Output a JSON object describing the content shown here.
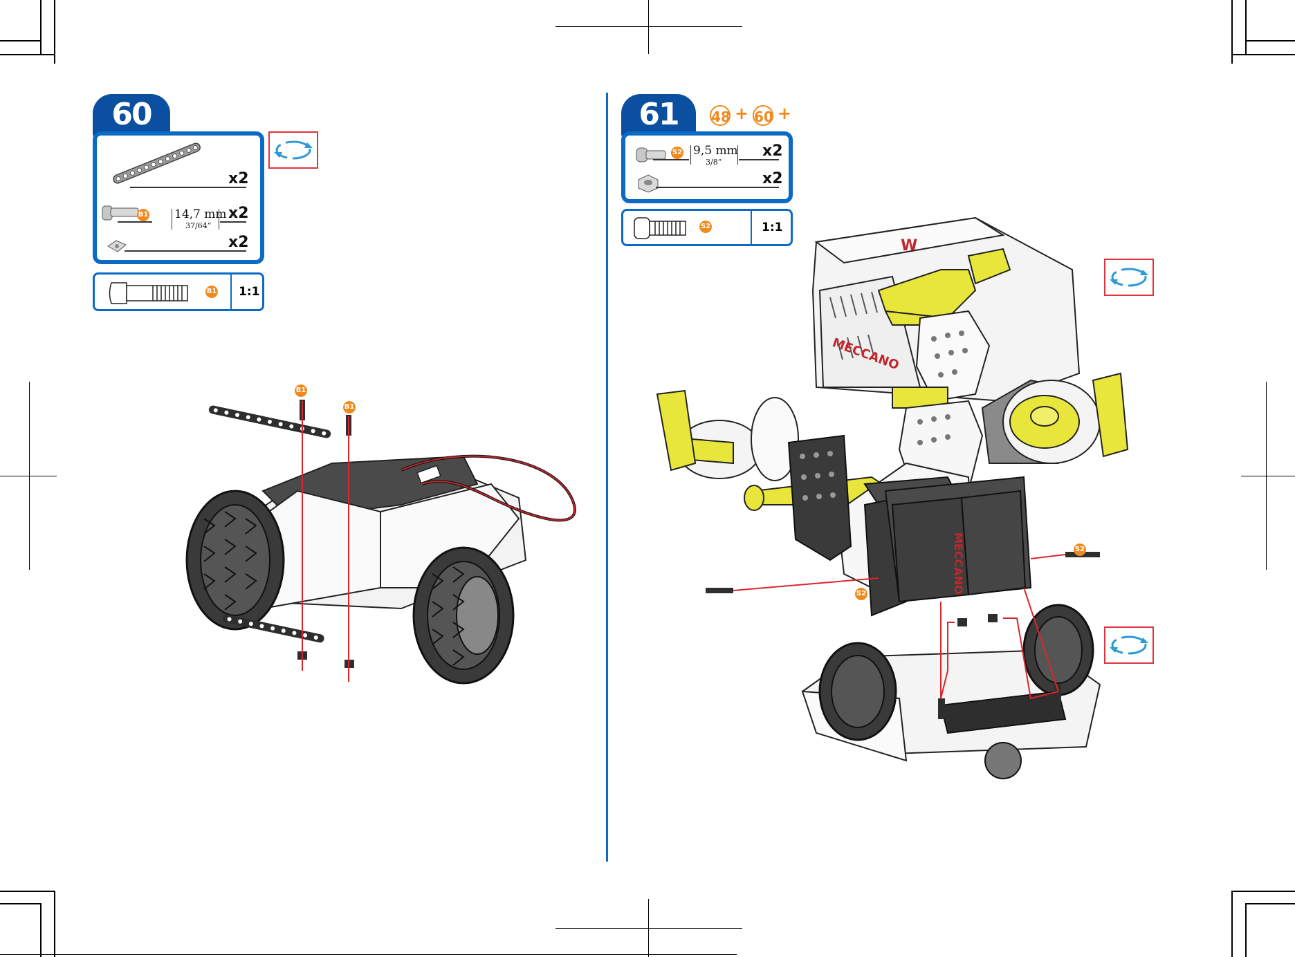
{
  "step60": {
    "number": "60",
    "parts": [
      {
        "icon": "strip-icon",
        "qty": "x2"
      },
      {
        "icon": "bolt-icon",
        "code": "B1",
        "length_mm": "14,7 mm",
        "length_in": "37/64”",
        "qty": "x2"
      },
      {
        "icon": "square-nut-icon",
        "qty": "x2"
      }
    ],
    "scale": {
      "code": "B1",
      "label": "1:1"
    },
    "callouts": [
      "B1",
      "B1"
    ]
  },
  "step61": {
    "number": "61",
    "refs": [
      "48",
      "60"
    ],
    "plus": "+",
    "parts": [
      {
        "icon": "screw-icon",
        "code": "S2",
        "length_mm": "9,5 mm",
        "length_in": "3/8”",
        "qty": "x2"
      },
      {
        "icon": "nut-icon",
        "qty": "x2"
      }
    ],
    "scale": {
      "code": "S2",
      "label": "1:1"
    },
    "callouts": [
      "S2",
      "S2"
    ]
  },
  "colors": {
    "brand_blue": "#0b4fa0",
    "frame_blue": "#0b6ac4",
    "orange": "#f08a1c",
    "red": "#e0343c",
    "yellow": "#e8e63a"
  }
}
